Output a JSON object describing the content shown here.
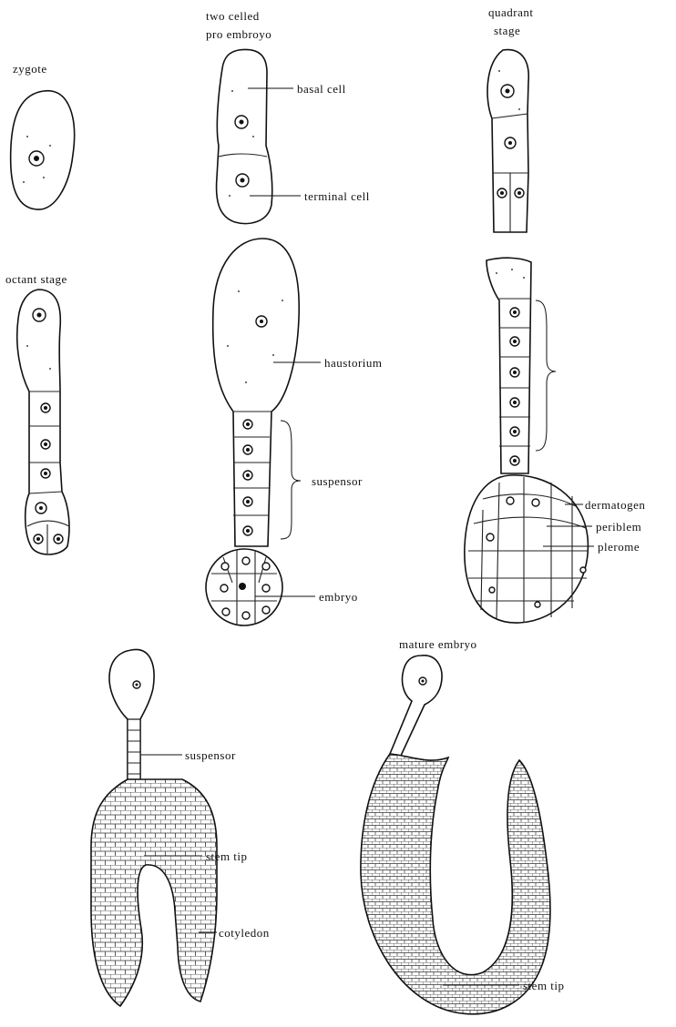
{
  "labels": {
    "zygote": "zygote",
    "two_celled_line1": "two celled",
    "two_celled_line2": "pro embroyo",
    "basal_cell": "basal cell",
    "terminal_cell": "terminal cell",
    "quadrant_line1": "quadrant",
    "quadrant_line2": "stage",
    "octant_stage": "octant stage",
    "haustorium": "haustorium",
    "suspensor_mid": "suspensor",
    "embryo": "embryo",
    "dermatogen": "dermatogen",
    "periblem": "periblem",
    "plerome": "plerome",
    "suspensor_heart": "suspensor",
    "stem_tip_heart": "stem tip",
    "cotyledon": "cotyledon",
    "mature_embryo": "mature embryo",
    "stem_tip_mature": "stem tip"
  }
}
